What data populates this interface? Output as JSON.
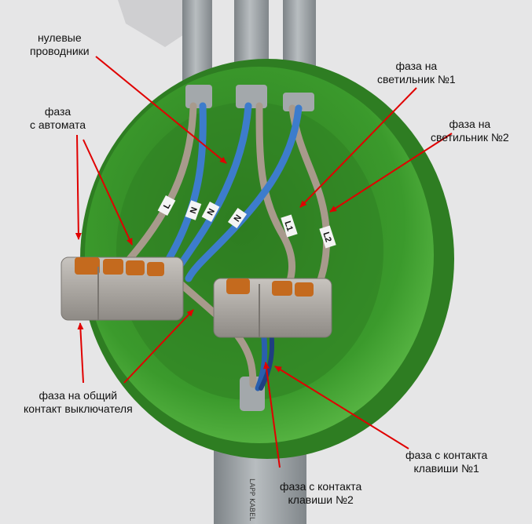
{
  "labels": {
    "neutral": {
      "line1": "нулевые",
      "line2": "проводники"
    },
    "phase_in": {
      "line1": "фаза",
      "line2": "с автомата"
    },
    "lamp1": {
      "line1": "фаза на",
      "line2": "светильник №1"
    },
    "lamp2": {
      "line1": "фаза на",
      "line2": "светильник №2"
    },
    "common": {
      "line1": "фаза на общий",
      "line2": "контакт выключателя"
    },
    "key1": {
      "line1": "фаза с контакта",
      "line2": "клавиши №1"
    },
    "key2": {
      "line1": "фаза с контакта",
      "line2": "клавиши №2"
    }
  },
  "wire_tags": {
    "l": "L",
    "n1": "N",
    "n2": "N",
    "n3": "N",
    "l1": "L1",
    "l2": "L2"
  },
  "cable_print": "LAPP KABEL",
  "colors": {
    "box_green": "#3f9a2f",
    "box_inner": "#2f7f22",
    "wire_blue": "#3d7ccc",
    "wire_brown": "#a89a8c",
    "conduit": "#9aa0a4",
    "connector": "#a5a19c",
    "lever": "#c46a1e",
    "arrow": "#e00000"
  }
}
